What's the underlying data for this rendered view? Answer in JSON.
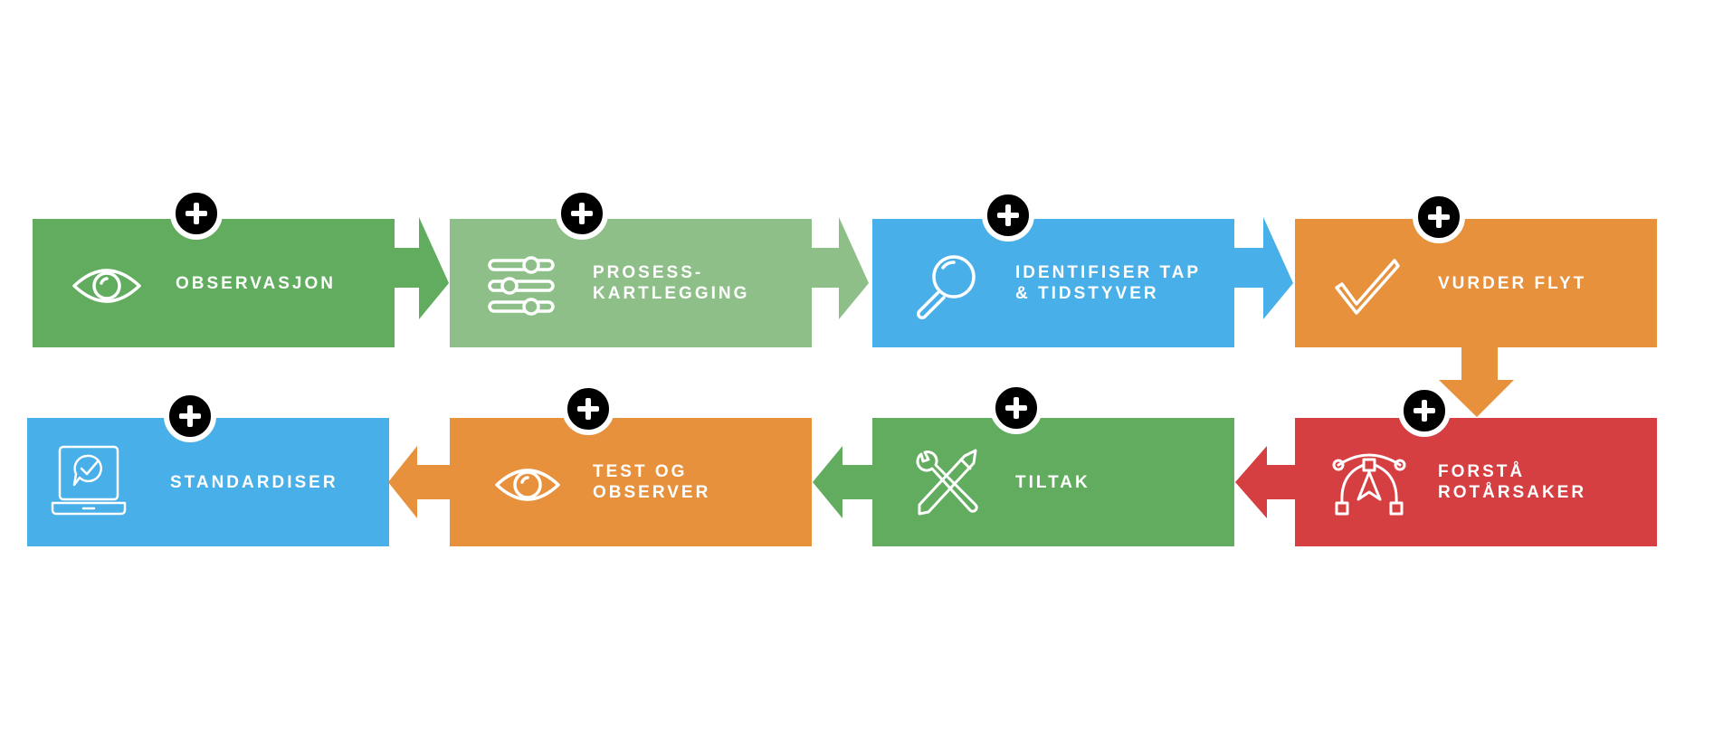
{
  "colors": {
    "green": "#62ac5f",
    "light_green": "#8ebf89",
    "blue": "#49afe9",
    "orange": "#e7913c",
    "red": "#d53f42",
    "plus_badge": "#000000"
  },
  "steps": [
    {
      "lines": [
        "OBSERVASJON"
      ],
      "icon": "eye-icon",
      "color": "#62ac5f"
    },
    {
      "lines": [
        "PROSESS-",
        "KARTLEGGING"
      ],
      "icon": "sliders-icon",
      "color": "#8ebf89"
    },
    {
      "lines": [
        "IDENTIFISER TAP",
        "& TIDSTYVER"
      ],
      "icon": "magnifier-icon",
      "color": "#49afe9"
    },
    {
      "lines": [
        "VURDER FLYT"
      ],
      "icon": "checkmark-icon",
      "color": "#e7913c"
    },
    {
      "lines": [
        "FORSTÅ",
        "ROTÅRSAKER"
      ],
      "icon": "bezier-pen-icon",
      "color": "#d53f42"
    },
    {
      "lines": [
        "TILTAK"
      ],
      "icon": "tools-icon",
      "color": "#62ac5f"
    },
    {
      "lines": [
        "TEST OG",
        "OBSERVER"
      ],
      "icon": "eye-icon",
      "color": "#e7913c"
    },
    {
      "lines": [
        "STANDARDISER"
      ],
      "icon": "laptop-check-icon",
      "color": "#49afe9"
    }
  ]
}
